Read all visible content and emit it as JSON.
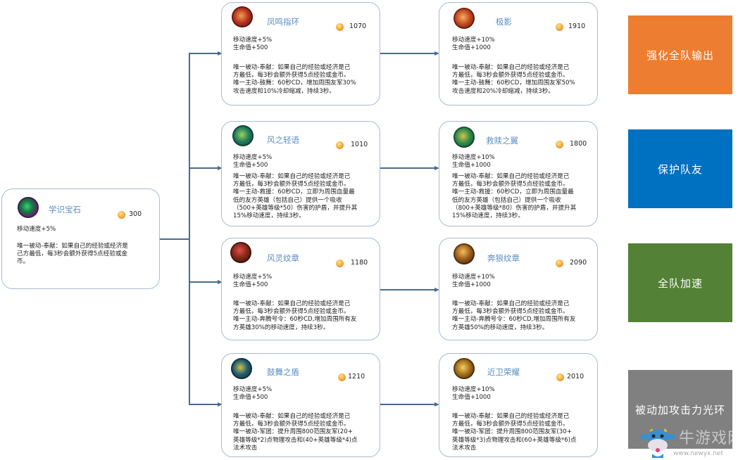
{
  "root": {
    "name": "学识宝石",
    "price": "300",
    "icon": "green-gem-icon",
    "stats": "移动速度+5%",
    "desc": "唯一被动-奉献：如果自己的经验或经济是\n己方最低，每3秒会额外获得5点经验或金\n币。"
  },
  "tier2": [
    {
      "name": "凤鸣指环",
      "price": "1070",
      "icon": "phoenix-ring-icon",
      "stats": "移动速度+5%\n生命值+500",
      "desc": "唯一被动-奉献：如果自己的经验或经济是己\n方最低，每3秒会额外获得5点经验或金币。\n唯一主动-鼓舞：60秒CD，增加周围友军30%\n攻击速度和10%冷却缩减，持续3秒。"
    },
    {
      "name": "风之轻语",
      "price": "1010",
      "icon": "wind-whisper-icon",
      "stats": "移动速度+5%\n生命值+500",
      "desc": "唯一被动-奉献：如果自己的经验或经济是己\n方最低，每3秒会额外获得5点经验或金币。\n唯一主动-救援：60秒CD，立即为周围血量最\n低的友方英雄（包括自己）提供一个吸收\n（500+英雄等级*50）伤害的护盾，并提升其\n15%移动速度，持续3秒。"
    },
    {
      "name": "风灵纹章",
      "price": "1180",
      "icon": "wind-spirit-emblem-icon",
      "stats": "移动速度+5%\n生命值+500",
      "desc": "唯一被动-奉献：如果自己的经验或经济是己\n方最低，每3秒会额外获得5点经验或金币。\n唯一主动-奔腾号令：60秒CD,增加周围所有友\n方英雄30%的移动速度，持续3秒。"
    },
    {
      "name": "鼓舞之盾",
      "price": "1210",
      "icon": "inspiring-shield-icon",
      "stats": "移动速度+5%\n生命值+500",
      "desc": "唯一被动-奉献：如果自己的经验或经济是己\n方最低，每3秒会额外获得5点经验或金币。\n唯一被动-军团：提升周围800范围友军(20+\n英雄等级*2)点物理攻击和(40+英雄等级*4)点\n法术攻击"
    }
  ],
  "tier3": [
    {
      "name": "极影",
      "price": "1910",
      "icon": "extreme-shadow-icon",
      "stats": "移动速度+10%\n生命值+1000",
      "desc": "唯一被动-奉献：如果自己的经验或经济是己\n方最低，每3秒会额外获得5点经验或金币。\n唯一主动-鼓舞：60秒CD，增加周围友军50%\n攻击速度和20%冷却缩减，持续3秒。"
    },
    {
      "name": "救赎之翼",
      "price": "1800",
      "icon": "redemption-wing-icon",
      "stats": "移动速度+10%\n生命值+1000",
      "desc": "唯一被动-奉献：如果自己的经验或经济是己\n方最低，每3秒会额外获得5点经验或金币。\n唯一主动-救援：60秒CD，立即为周围血量最\n低的友方英雄（包括自己）提供一个吸收\n（800+英雄等级*80）伤害的护盾，并提升其\n15%移动速度，持续3秒。"
    },
    {
      "name": "奔狼纹章",
      "price": "2090",
      "icon": "running-wolf-emblem-icon",
      "stats": "移动速度+10%\n生命值+1000",
      "desc": "唯一被动-奉献：如果自己的经验或经济是己\n方最低，每3秒会额外获得5点经验或金币。\n唯一主动-奔腾号令：60秒CD,增加周围所有友\n方英雄50%的移动速度，持续3秒。"
    },
    {
      "name": "近卫荣耀",
      "price": "2010",
      "icon": "guard-glory-icon",
      "stats": "移动速度+10%\n生命值+1000",
      "desc": "唯一被动-奉献：如果自己的经验或经济是己\n方最低，每3秒会额外获得5点经验或金币。\n唯一被动-军团：提升周围800范围友军(30+\n英雄等级*3)点物理攻击和(60+英雄等级*6)点\n法术攻击"
    }
  ],
  "categories": [
    {
      "label": "强化全队输出",
      "color": "#ed7d31"
    },
    {
      "label": "保护队友",
      "color": "#0070c0"
    },
    {
      "label": "全队加速",
      "color": "#538135"
    },
    {
      "label": "被动加攻击力光环",
      "color": "#808080"
    }
  ],
  "watermark": {
    "brand": "牛游戏网",
    "url": "www.newyx.net"
  }
}
